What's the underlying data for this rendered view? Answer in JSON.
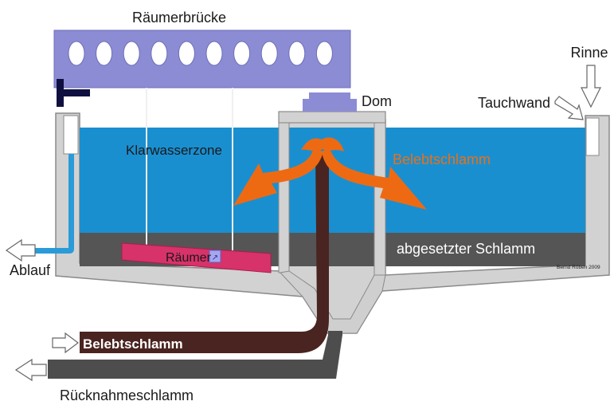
{
  "labels": {
    "bridge": "Räumerbrücke",
    "dome": "Dom",
    "gutter": "Rinne",
    "baffle": "Tauchwand",
    "clear_zone": "Klarwasserzone",
    "activated_sludge": "Belebtschlamm",
    "settled_sludge": "abgesetzter Schlamm",
    "outflow": "Ablauf",
    "scraper": "Räumer",
    "pipe_in": "Belebtschlamm",
    "pipe_return": "Rücknahmeschlamm",
    "credit": "Bernd Röben 2009"
  },
  "colors": {
    "bridge": "#8c8cd4",
    "water": "#1a8fd0",
    "sludge": "#555555",
    "basin": "#d2d2d2",
    "pipe_brown": "#4a2420",
    "pipe_gray": "#4d4d4d",
    "flow_arrow": "#ee6a12",
    "scraper": "#d8326a",
    "outflow_pipe": "#2a9bd8"
  }
}
